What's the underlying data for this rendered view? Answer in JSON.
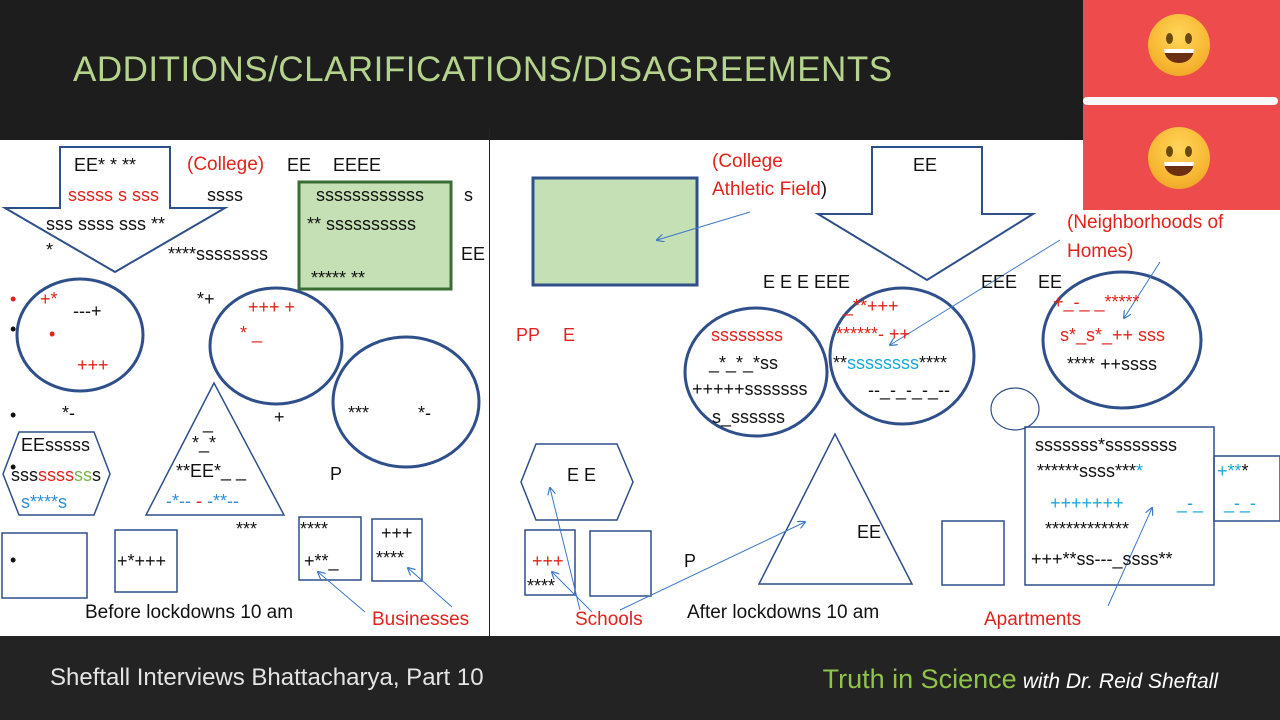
{
  "title": "ADDITIONS/CLARIFICATIONS/DISAGREEMENTS",
  "footer": {
    "left": "Sheftall Interviews Bhattacharya, Part  10",
    "brand": "Truth in Science",
    "byline": "with Dr. Reid Sheftall"
  },
  "reaction_icons": [
    "smiley-face-icon",
    "smiley-face-icon"
  ],
  "colors": {
    "top_bar": "#1d1d1d",
    "title": "#b5d38c",
    "emoji_panel": "#ee4c4c",
    "annotation_red": "#e0231c",
    "shape_blue": "#2f4f8a",
    "field_green": "#c5e0b4",
    "brand_green": "#8fc34a"
  },
  "left_panel": {
    "caption": "Before lockdowns 10 am",
    "college_label": "(College)",
    "businesses_label": "Businesses",
    "arrow_text": [
      "EE*  * **",
      "sssss  s sss",
      "sss  ssss    sss  **",
      "*",
      "****ssssssss"
    ],
    "college_row": [
      "EE",
      "EEEE",
      "ssss",
      "s",
      "EE"
    ],
    "field_text": [
      "ssssssssssss",
      "** ssssssssss",
      "*****      **"
    ],
    "bullets": [
      "•",
      "•",
      "•",
      "•",
      "•"
    ],
    "circle_a": [
      "+*",
      "---+",
      "•",
      "+++"
    ],
    "circle_b": [
      "*+",
      "+++ +",
      "* _"
    ],
    "circle_c": [
      "***",
      "*-"
    ],
    "misc": [
      "*-",
      "+",
      "P"
    ],
    "hexagon": {
      "line1": "EEsssss",
      "line2a": "sss",
      "line2b": "ssss",
      "line2c": "ss",
      "line2d": "s",
      "line3a": "s",
      "line3b": "****",
      "line3c": "s"
    },
    "triangle": {
      "line1": "_",
      "line2": "*_*",
      "line3": "**EE*_ _",
      "line4a": "-*-- ",
      "line4b": "- ",
      "line4c": "-**--"
    },
    "boxes": [
      "+*+++",
      "****",
      "+**_",
      "+++",
      "****",
      "***"
    ]
  },
  "right_panel": {
    "caption": "After lockdowns 10 am",
    "field_label": [
      "(College",
      "Athletic Field",
      ")"
    ],
    "homes_label": [
      "(Neighborhoods of",
      "Homes)"
    ],
    "schools_label": "Schools",
    "apartments_label": "Apartments",
    "arrow_text": "EE",
    "pp_row": [
      "PP",
      "E"
    ],
    "homes_row": [
      "E E E  EEE",
      "EEE",
      "EE"
    ],
    "circle_1": [
      "ssssssss",
      "_*_*_*ss",
      "+++++sssssss",
      "s_ssssss"
    ],
    "circle_2": {
      "line1": "_**+++",
      "line2": "******- ++",
      "line3a": "**",
      "line3b": "ssssssss",
      "line3c": "****",
      "line4": "--_-_-_-_--"
    },
    "circle_3": [
      "+_-_ _*****",
      "s*_s*_++ sss",
      "**** ++ssss"
    ],
    "hexagon": "E   E",
    "school_box": [
      "+++",
      "****"
    ],
    "misc": [
      "P",
      "EE"
    ],
    "apartments": {
      "line1": "sssssss*ssssssss",
      "line2a": "******ssss***",
      "line2b": "*",
      "line3a": "+++++++",
      "line3b": "_-_",
      "line4": "************",
      "line5": "+++**ss---_ssss**"
    },
    "side_box": {
      "line1a": "+**",
      "line1b": "*",
      "line2": "_-_-"
    }
  }
}
